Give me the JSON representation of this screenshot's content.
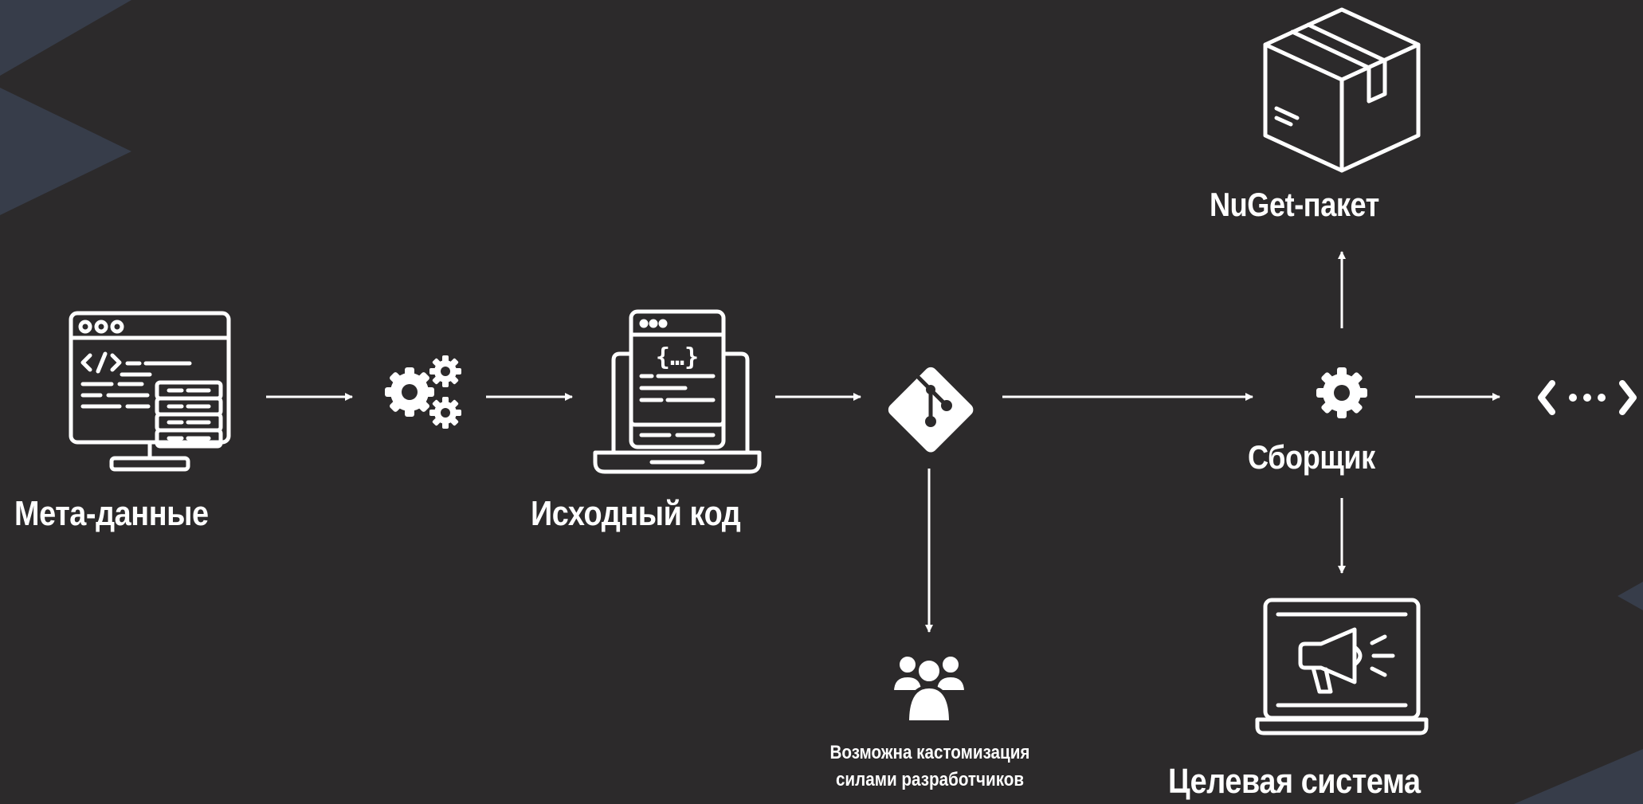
{
  "colors": {
    "background": "#2c2a2b",
    "foreground": "#ffffff",
    "decor": "#3a4150"
  },
  "nodes": {
    "metadata": {
      "label": "Мета-данные",
      "icon": "code-window-database-icon"
    },
    "generator": {
      "icon": "gears-icon"
    },
    "source_code": {
      "label": "Исходный код",
      "icon": "laptop-code-icon"
    },
    "git": {
      "icon": "git-icon"
    },
    "developers": {
      "icon": "users-group-icon",
      "note_line1": "Возможна кастомизация",
      "note_line2": "силами разработчиков"
    },
    "builder": {
      "label": "Сборщик",
      "icon": "gear-icon"
    },
    "nuget": {
      "label": "NuGet-пакет",
      "icon": "package-box-icon"
    },
    "target": {
      "label": "Целевая система",
      "icon": "laptop-megaphone-icon"
    },
    "output": {
      "icon": "code-ellipsis-icon"
    }
  }
}
